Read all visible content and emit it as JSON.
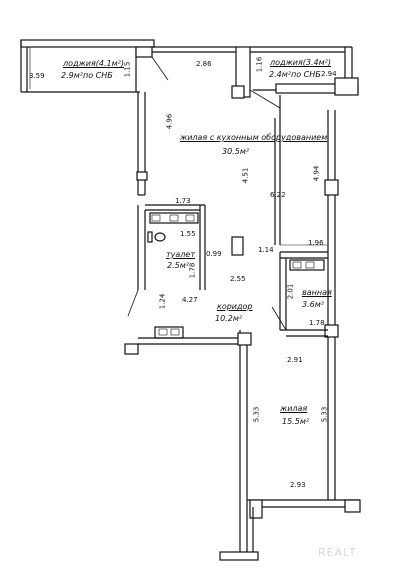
{
  "rooms": {
    "loggia_left": {
      "name": "лоджия(4.1м²)",
      "area_note": "2.9м²по СНБ"
    },
    "loggia_right": {
      "name": "лоджия(3.4м²)",
      "area_note": "2.4м²по СНБ"
    },
    "living_kitchen": {
      "name": "жилая с кухонным оборудованием",
      "area": "30.5м²"
    },
    "toilet": {
      "name": "туалет",
      "area": "2.5м²"
    },
    "bathroom": {
      "name": "ванная",
      "area": "3.6м²"
    },
    "corridor": {
      "name": "коридор",
      "area": "10.2м²"
    },
    "living_room": {
      "name": "жилая",
      "area": "15.5м²"
    }
  },
  "dimensions": {
    "d359": "3.59",
    "d115": "1.15",
    "d286": "2.86",
    "d116": "1.16",
    "d294": "2.94",
    "d496": "4.96",
    "d451": "4.51",
    "d622": "6.22",
    "d494": "4.94",
    "d173": "1.73",
    "d155": "1.55",
    "d099": "0.99",
    "d178a": "1.78",
    "d114": "1.14",
    "d196": "1.96",
    "d255": "2.55",
    "d201": "2.01",
    "d124": "1.24",
    "d427": "4.27",
    "d178b": "1.78",
    "d291": "2.91",
    "d533a": "5.33",
    "d533b": "5.33",
    "d293": "2.93"
  },
  "watermark": "REALT"
}
